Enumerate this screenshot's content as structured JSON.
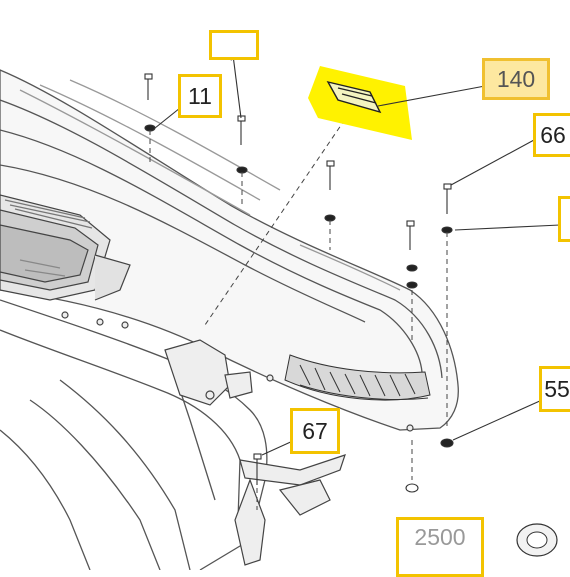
{
  "diagram": {
    "callouts": [
      {
        "id": "top-cut",
        "label": ""
      },
      {
        "id": "11",
        "label": "11"
      },
      {
        "id": "140",
        "label": "140"
      },
      {
        "id": "66",
        "label": "66"
      },
      {
        "id": "right-cut",
        "label": ""
      },
      {
        "id": "55",
        "label": "55"
      },
      {
        "id": "67",
        "label": "67"
      },
      {
        "id": "bottom-cut",
        "label": "2500"
      }
    ],
    "colors": {
      "callout_border": "#f3c300",
      "highlight": "#fff200",
      "line": "#444444",
      "part_fill": "#f4f4f4"
    }
  }
}
